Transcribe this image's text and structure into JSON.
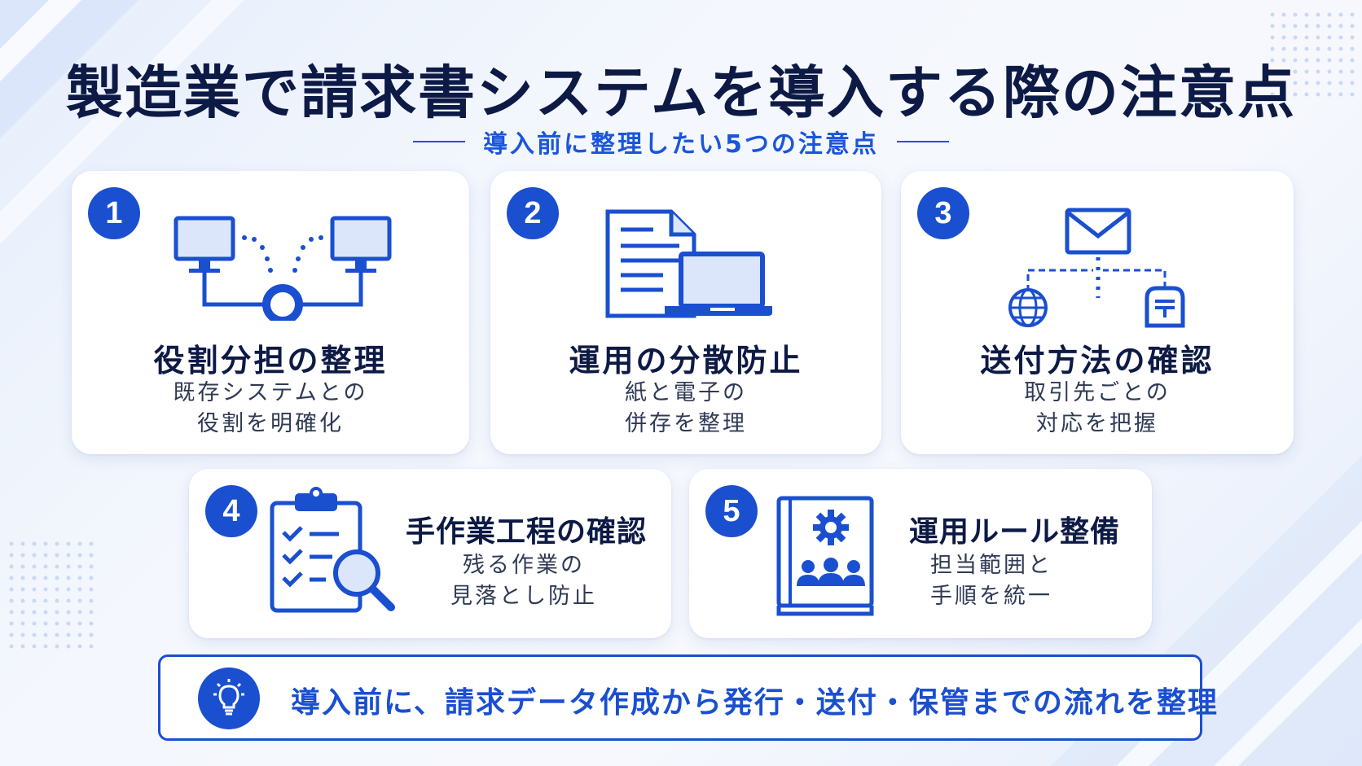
{
  "page": {
    "title": "製造業で請求書システムを導入する際の注意点",
    "subtitle": "導入前に整理したい5つの注意点"
  },
  "cards": [
    {
      "number": "1",
      "title": "役割分担の整理",
      "desc_line1": "既存システムとの",
      "desc_line2": "役割を明確化",
      "icon": "connected-monitors-icon"
    },
    {
      "number": "2",
      "title": "運用の分散防止",
      "desc_line1": "紙と電子の",
      "desc_line2": "併存を整理",
      "icon": "document-laptop-icon"
    },
    {
      "number": "3",
      "title": "送付方法の確認",
      "desc_line1": "取引先ごとの",
      "desc_line2": "対応を把握",
      "icon": "mail-globe-mailbox-icon"
    },
    {
      "number": "4",
      "title": "手作業工程の確認",
      "desc_line1": "残る作業の",
      "desc_line2": "見落とし防止",
      "icon": "checklist-magnifier-icon"
    },
    {
      "number": "5",
      "title": "運用ルール整備",
      "desc_line1": "担当範囲と",
      "desc_line2": "手順を統一",
      "icon": "manual-gear-team-icon"
    }
  ],
  "footer": {
    "text": "導入前に、請求データ作成から発行・送付・保管までの流れを整理",
    "icon": "lightbulb-icon"
  },
  "colors": {
    "accent": "#1a4fd0",
    "title": "#0d1a45",
    "icon_fill": "#dbe6fb"
  }
}
